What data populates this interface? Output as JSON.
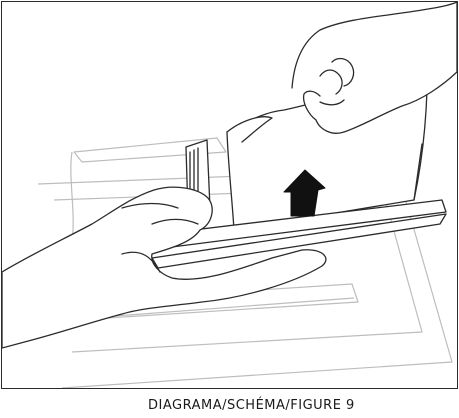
{
  "figure": {
    "caption": "DIAGRAMA/SCHÉMA/FIGURE 9",
    "depicts": "hands removing paper from a printer tray",
    "arrow_direction": "up"
  },
  "colors": {
    "line": "#2b2b2b",
    "light_line": "#bdbdbd",
    "arrow_fill": "#111111",
    "background": "#ffffff"
  }
}
